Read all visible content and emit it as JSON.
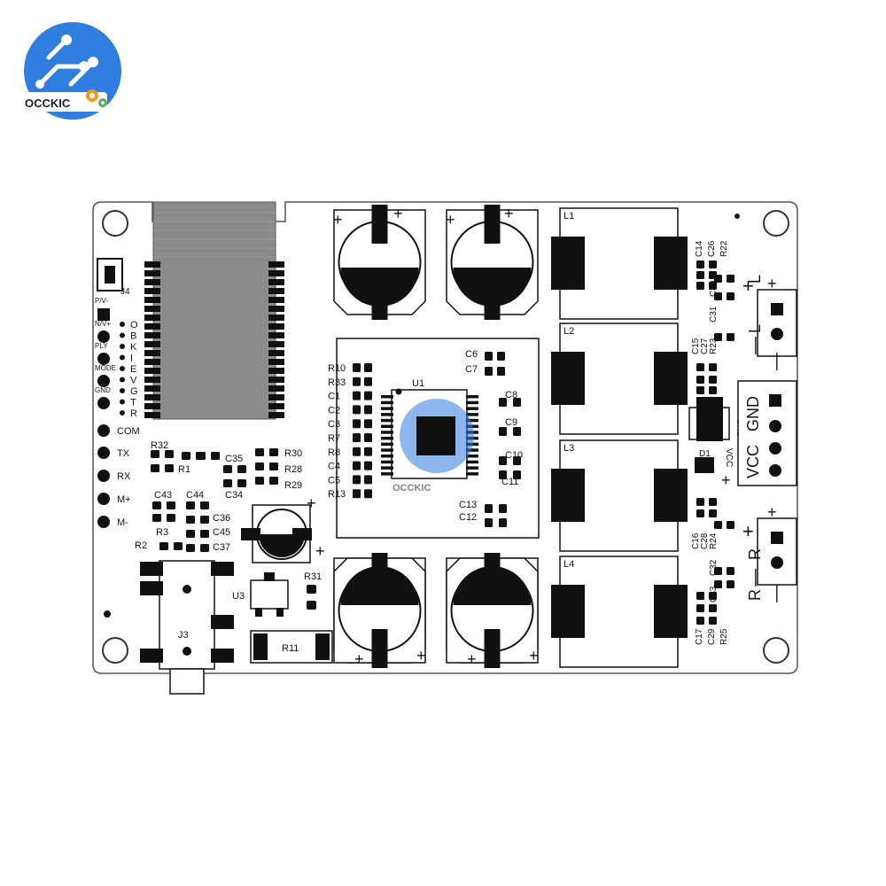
{
  "logo": {
    "text": "OCCKIC",
    "watermark": "OCCKIC",
    "brand_blue": "#2f7ee0",
    "brand_orange": "#f39a1e"
  },
  "board": {
    "header_pins": [
      "P/V-",
      "N/V+",
      "PLY",
      "MODE",
      "GND"
    ],
    "header_letters": [
      "O",
      "B",
      "K",
      "I",
      "E",
      "V",
      "G",
      "T",
      "R"
    ],
    "serial_pins": [
      "COM",
      "TX",
      "RX",
      "M+",
      "M-"
    ],
    "left_resistors": [
      "R32",
      "R1",
      "R2",
      "R3"
    ],
    "left_caps": [
      "C43",
      "C44",
      "C36",
      "C45",
      "C37",
      "C35",
      "C34"
    ],
    "mid_resistors": [
      "R30",
      "R28",
      "R29"
    ],
    "chip_left_labels": [
      "R10",
      "R33",
      "C1",
      "C2",
      "C3",
      "R7",
      "R8",
      "C4",
      "C5",
      "R13"
    ],
    "chip_caps_right": [
      "C6",
      "C7",
      "C8",
      "C9",
      "C10",
      "C11",
      "C13",
      "C12"
    ],
    "u1": "U1",
    "j4": "J4",
    "j3": "J3",
    "u3": "U3",
    "r31": "R31",
    "r11": "R11",
    "d1": "D1",
    "inductors": [
      "L1",
      "L2",
      "L3",
      "L4"
    ],
    "right_caps_top": [
      "C14",
      "C26",
      "R22"
    ],
    "right_caps_l2": [
      "C15",
      "C27",
      "R23",
      "C31",
      "C30"
    ],
    "right_caps_l3": [
      "C16",
      "C28",
      "R24",
      "C33",
      "C32"
    ],
    "right_caps_l4": [
      "C17",
      "C29",
      "R25"
    ],
    "gnd_small": "GND",
    "vcc_small": "VCC",
    "terminal_L": {
      "label": "L",
      "plus": "+",
      "minus": "—"
    },
    "terminal_power": {
      "vcc": "VCC",
      "gnd": "GND"
    },
    "terminal_R": {
      "label": "R",
      "plus": "+",
      "minus": "—"
    },
    "cap_plus": "+"
  }
}
